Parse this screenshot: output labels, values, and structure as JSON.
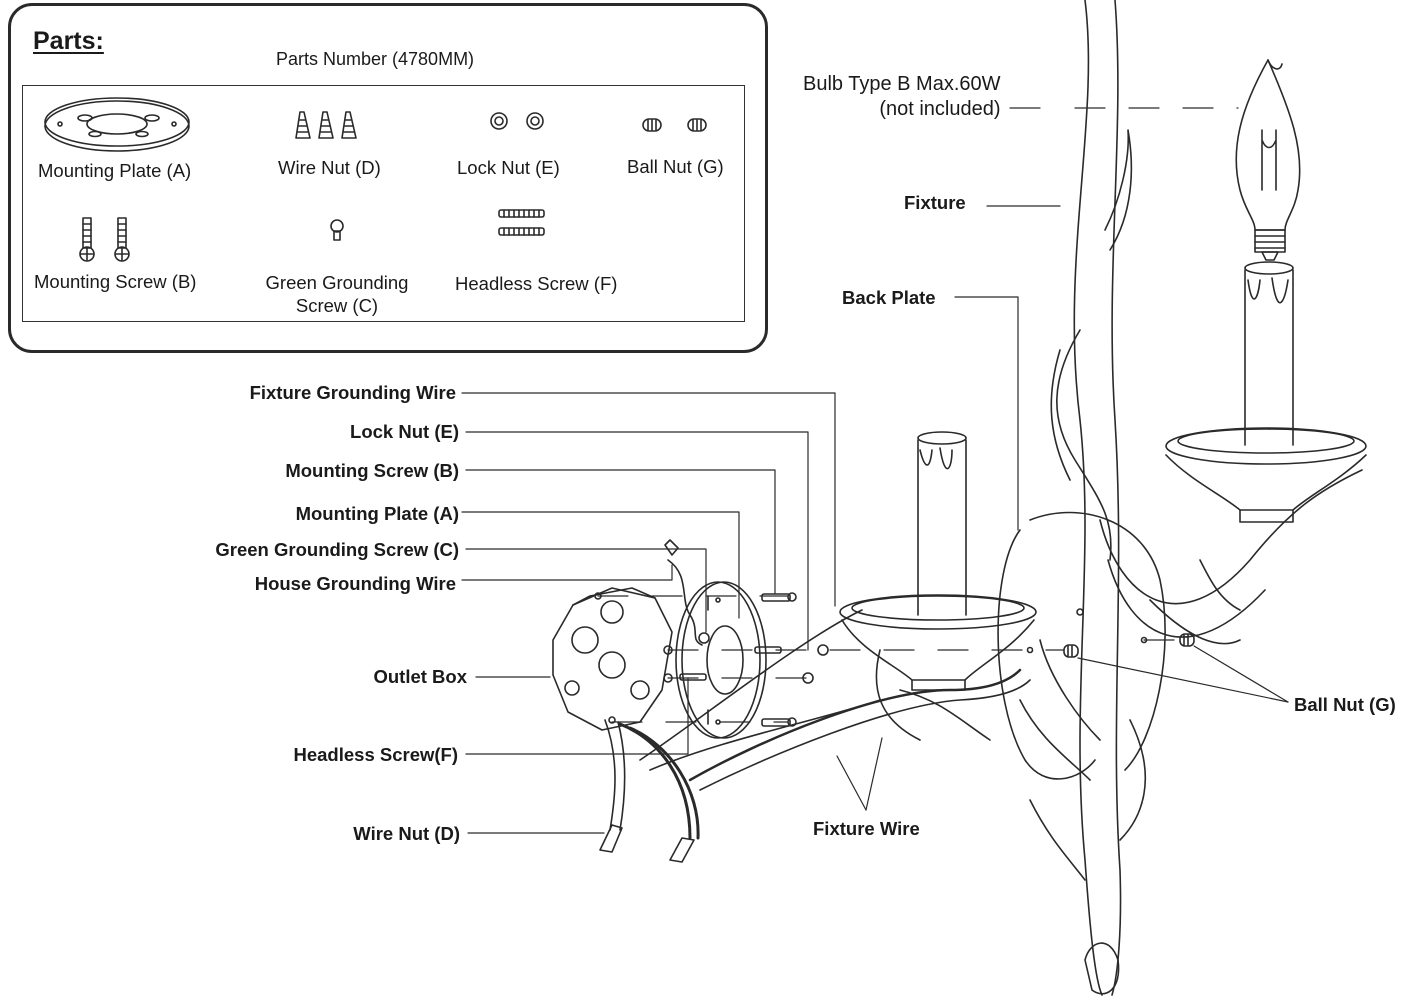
{
  "parts_panel": {
    "heading": "Parts:",
    "parts_number": "Parts Number (4780MM)",
    "items": [
      {
        "id": "mounting-plate",
        "label": "Mounting Plate (A)"
      },
      {
        "id": "wire-nut",
        "label": "Wire Nut (D)"
      },
      {
        "id": "lock-nut",
        "label": "Lock Nut (E)"
      },
      {
        "id": "ball-nut",
        "label": "Ball Nut (G)"
      },
      {
        "id": "mounting-screw",
        "label": "Mounting Screw (B)"
      },
      {
        "id": "green-grounding-screw",
        "label": "Green Grounding Screw (C)"
      },
      {
        "id": "headless-screw",
        "label": "Headless Screw (F)"
      }
    ]
  },
  "callouts": {
    "bulb_type": "Bulb Type B Max.60W\n(not included)",
    "fixture": "Fixture",
    "back_plate": "Back Plate",
    "fixture_grounding_wire": "Fixture Grounding Wire",
    "lock_nut": "Lock Nut (E)",
    "mounting_screw": "Mounting Screw (B)",
    "mounting_plate": "Mounting Plate (A)",
    "green_grounding_screw": "Green Grounding Screw (C)",
    "house_grounding_wire": "House Grounding Wire",
    "outlet_box": "Outlet Box",
    "headless_screw": "Headless Screw(F)",
    "wire_nut": "Wire Nut (D)",
    "fixture_wire": "Fixture Wire",
    "ball_nut": "Ball Nut (G)"
  },
  "colors": {
    "line": "#2a2a2a",
    "background": "#ffffff"
  }
}
